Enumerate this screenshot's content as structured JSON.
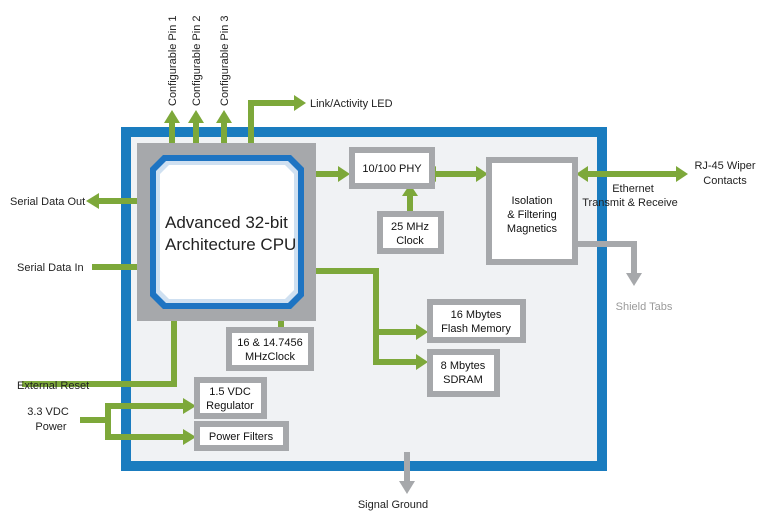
{
  "diagram": {
    "colors": {
      "frame": "#1a7cbf",
      "board": "#f0f2f4",
      "connector": "#7da83a",
      "block_border": "#a6a8ab",
      "cpu_blue": "#1e74c2",
      "cpu_fill": "#e9f0f7",
      "grey_connector": "#a6a8ab"
    },
    "cpu": {
      "line1": "Advanced 32-bit",
      "line2": "Architecture CPU"
    },
    "blocks": {
      "phy": "10/100 PHY",
      "clock25_line1": "25 MHz",
      "clock25_line2": "Clock",
      "isolation_line1": "Isolation",
      "isolation_line2": "& Filtering",
      "isolation_line3": "Magnetics",
      "flash_line1": "16 Mbytes",
      "flash_line2": "Flash Memory",
      "sdram_line1": "8 Mbytes",
      "sdram_line2": "SDRAM",
      "mhzclock_line1": "16 & 14.7456",
      "mhzclock_line2": "MHzClock",
      "regulator_line1": "1.5 VDC",
      "regulator_line2": "Regulator",
      "power_filters": "Power Filters"
    },
    "labels": {
      "pin1": "Configurable Pin 1",
      "pin2": "Configurable Pin 2",
      "pin3": "Configurable Pin 3",
      "link_led": "Link/Activity LED",
      "rj45_line1": "RJ-45 Wiper",
      "rj45_line2": "Contacts",
      "ethernet_line1": "Ethernet",
      "ethernet_line2": "Transmit & Receive",
      "shield_tabs": "Shield Tabs",
      "serial_out": "Serial Data Out",
      "serial_in": "Serial Data In",
      "external_reset": "External Reset",
      "power_line1": "3.3 VDC",
      "power_line2": "Power",
      "signal_ground": "Signal Ground"
    }
  }
}
